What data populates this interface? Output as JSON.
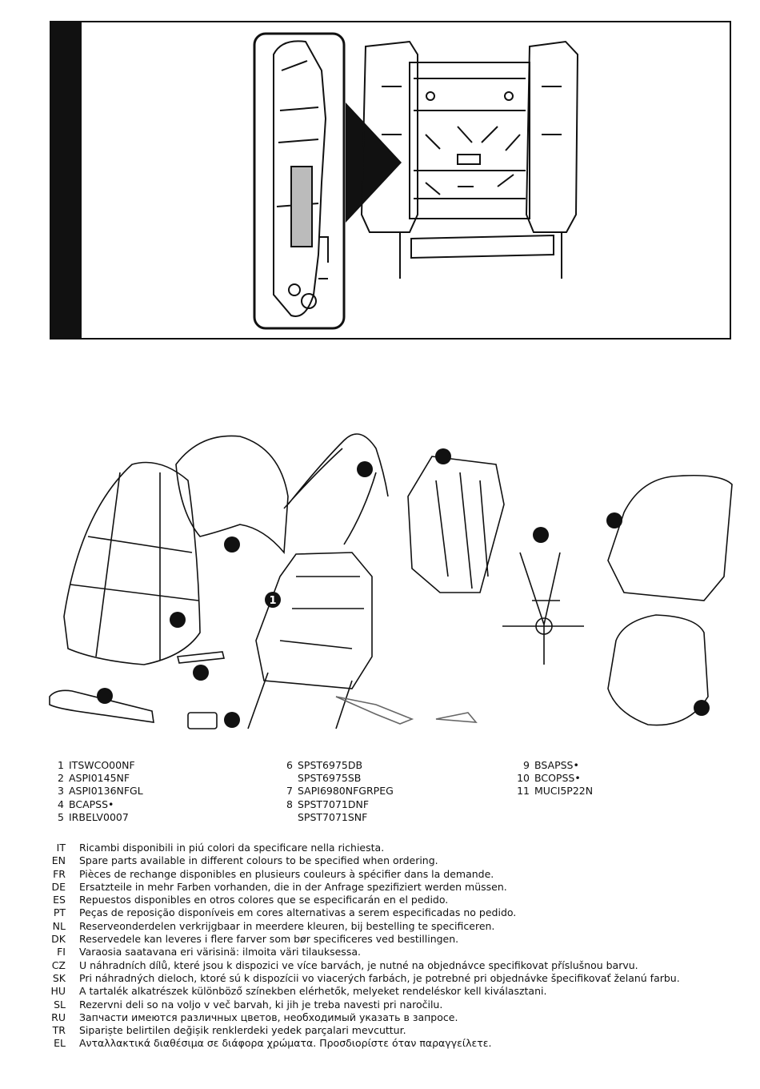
{
  "instruction_panel": {
    "illustration": "car-seat-base-underside-icon"
  },
  "parts_diagram": {
    "callout_number": "1"
  },
  "parts_list": {
    "column1": [
      {
        "num": "1",
        "code": "ITSWCO00NF"
      },
      {
        "num": "2",
        "code": "ASPI0145NF"
      },
      {
        "num": "3",
        "code": "ASPI0136NFGL"
      },
      {
        "num": "4",
        "code": "BCAPSS•"
      },
      {
        "num": "5",
        "code": "IRBELV0007"
      }
    ],
    "column2": [
      {
        "num": "6",
        "code": "SPST6975DB"
      },
      {
        "num": "",
        "code": "SPST6975SB"
      },
      {
        "num": "7",
        "code": "SAPI6980NFGRPEG"
      },
      {
        "num": "8",
        "code": "SPST7071DNF"
      },
      {
        "num": "",
        "code": "SPST7071SNF"
      }
    ],
    "column3": [
      {
        "num": "9",
        "code": "BSAPSS•"
      },
      {
        "num": "10",
        "code": "BCOPSS•"
      },
      {
        "num": "11",
        "code": "MUCI5P22N"
      }
    ]
  },
  "languages": [
    {
      "code": "IT",
      "text": "Ricambi disponibili in piú colori da specificare nella richiesta."
    },
    {
      "code": "EN",
      "text": "Spare parts available in different colours to be specified when ordering."
    },
    {
      "code": "FR",
      "text": "Pièces de rechange disponibles en plusieurs couleurs à spécifier dans la demande."
    },
    {
      "code": "DE",
      "text": "Ersatzteile in mehr Farben vorhanden, die in der Anfrage spezifiziert werden müssen."
    },
    {
      "code": "ES",
      "text": "Repuestos disponibles en otros colores que se especificarán en el pedido."
    },
    {
      "code": "PT",
      "text": "Peças de reposição disponíveis em cores alternativas a serem especificadas no pedido."
    },
    {
      "code": "NL",
      "text": "Reserveonderdelen verkrijgbaar in meerdere kleuren, bij bestelling te specificeren."
    },
    {
      "code": "DK",
      "text": "Reservedele kan leveres i flere farver som bør specificeres ved bestillingen."
    },
    {
      "code": "FI",
      "text": "Varaosia saatavana eri värisinä: ilmoita väri tilauksessa."
    },
    {
      "code": "CZ",
      "text": "U náhradních dílů, které jsou k dispozici ve více barvách, je nutné na objednávce specifikovat příslušnou barvu."
    },
    {
      "code": "SK",
      "text": "Pri náhradných dieloch, ktoré sú k dispozícii vo viacerých farbách, je potrebné pri objednávke špecifikovať želanú farbu."
    },
    {
      "code": "HU",
      "text": "A tartalék alkatrészek különböző színekben elérhetők, melyeket rendeléskor kell kiválasztani."
    },
    {
      "code": "SL",
      "text": "Rezervni deli so na voljo v več barvah, ki jih je treba navesti pri naročilu."
    },
    {
      "code": "RU",
      "text": "Запчасти имеются различных цветов, необходимый указать в запросе."
    },
    {
      "code": "TR",
      "text": "Sipariște belirtilen değișik renklerdeki yedek parçalari mevcuttur."
    },
    {
      "code": "EL",
      "text": "Ανταλλακτικά διαθέσιμα σε διάφορα χρώματα. Προσδιορίστε όταν παραγγείλετε."
    }
  ],
  "colors": {
    "ink": "#111111",
    "panel_bar": "#111111",
    "detail_fill": "#bbbbbb"
  }
}
